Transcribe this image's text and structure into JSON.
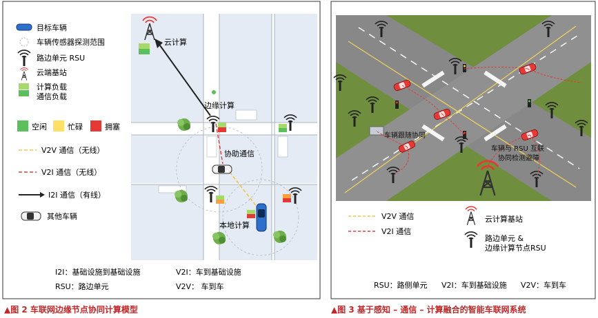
{
  "left": {
    "legend": {
      "target_vehicle": "目标车辆",
      "sensor_range": "车辆传感器探测范围",
      "rsu": "路边单元 RSU",
      "cloud_station": "云端基站",
      "compute_load": "计算负载",
      "comm_load": "通信负载",
      "idle": "空闲",
      "busy": "忙碌",
      "congested": "拥塞",
      "v2v": "V2V 通信（无线）",
      "v2i": "V2I 通信（无线）",
      "i2i": "I2I 通信（有线）",
      "other_vehicle": "其他车辆"
    },
    "labels": {
      "cloud": "云计算",
      "edge": "边缘计算",
      "assist": "协助通信",
      "local": "本地计算"
    },
    "notes": {
      "i2i": "I2I：基础设施到基础设施",
      "v2i": "V2I：车到基础设施",
      "rsu": "RSU：路边单元",
      "v2v": "V2V：  车到车"
    },
    "caption": "▲图 2 车联网边缘节点协同计算模型"
  },
  "right": {
    "labels": {
      "follow": "车辆跟随协同",
      "rsu_coop1": "车辆与 RSU 互联",
      "rsu_coop2": "协同检测避障"
    },
    "legend": {
      "v2v": "V2V 通信",
      "v2i": "V2I 通信",
      "cloud": "云计算基站",
      "rsu1": "路边单元 &",
      "rsu2": "边缘计算节点RSU"
    },
    "notes": {
      "rsu": "RSU：路侧单元",
      "v2i": "V2I：车到基础设施",
      "v2v": "V2V：车到车"
    },
    "caption": "▲图 3 基于感知 – 通信 – 计算融合的智能车联网系统"
  },
  "colors": {
    "green": "#5bbf5b",
    "light_green": "#a6d96a",
    "yellow": "#ffe066",
    "orange": "#f5a142",
    "red": "#e53935",
    "road": "#8a8a8a",
    "caption_red": "#c0282a"
  }
}
